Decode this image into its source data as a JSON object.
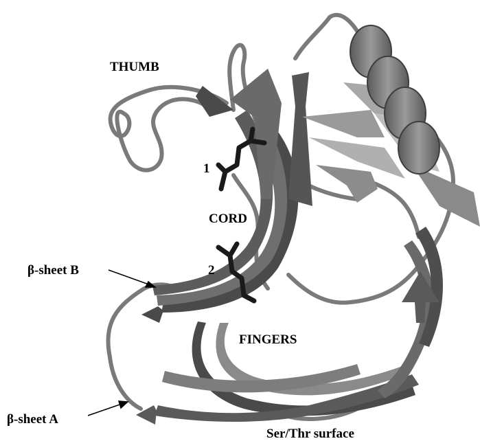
{
  "labels": {
    "thumb": "THUMB",
    "cord": "CORD",
    "fingers": "FINGERS",
    "residue_1": "1",
    "residue_2": "2",
    "beta_sheet_b": "β-sheet B",
    "beta_sheet_a": "β-sheet A",
    "surface": "Ser/Thr surface"
  },
  "colors": {
    "ribbon_dark": "#4a4a4a",
    "ribbon_mid": "#6f6f6f",
    "ribbon_light": "#9a9a9a",
    "ribbon_pale": "#bdbdbd",
    "stick": "#1a1a1a"
  }
}
